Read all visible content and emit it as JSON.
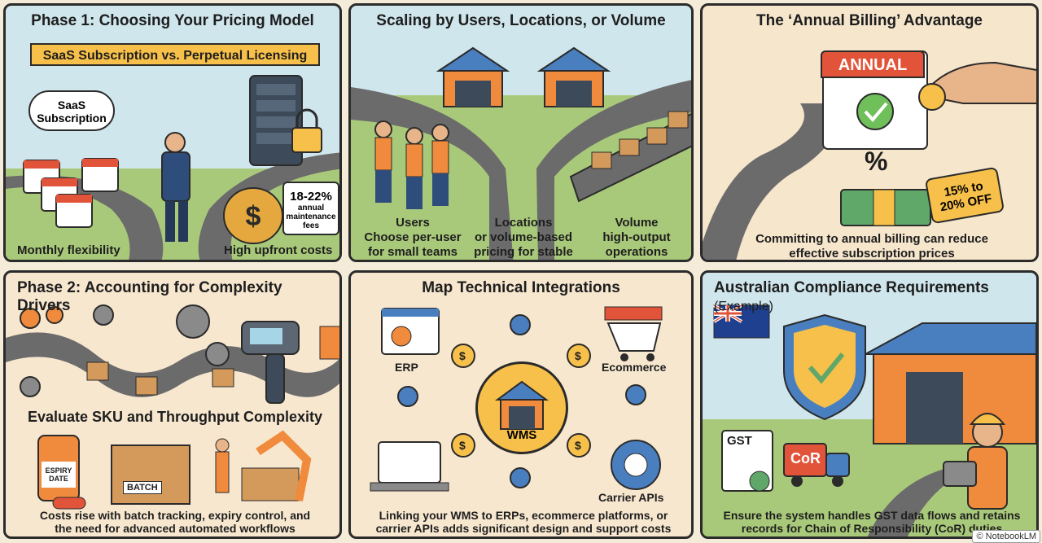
{
  "panel1": {
    "title": "Phase 1: Choosing Your Pricing Model",
    "banner": "SaaS Subscription vs. Perpetual Licensing",
    "cloud_line1": "SaaS",
    "cloud_line2": "Subscription",
    "badge_big": "18-22%",
    "badge_small1": "annual",
    "badge_small2": "maintenance",
    "badge_small3": "fees",
    "left_caption": "Monthly flexibility",
    "right_caption": "High upfront costs"
  },
  "panel2": {
    "title": "Scaling by Users, Locations, or Volume",
    "users_title": "Users",
    "users_line1": "Choose per-user",
    "users_line2": "for small teams",
    "locations_title": "Locations",
    "locations_line1": "or volume-based",
    "locations_line2": "pricing for stable",
    "volume_title": "Volume",
    "volume_line1": "high-output",
    "volume_line2": "operations"
  },
  "panel3": {
    "title": "The ‘Annual Billing’ Advantage",
    "calendar_label": "ANNUAL",
    "percent_symbol": "%",
    "tag_line1": "15% to",
    "tag_line2": "20% OFF",
    "caption_line1": "Committing to annual billing can reduce",
    "caption_line2": "effective subscription prices"
  },
  "panel4": {
    "title": "Phase 2: Accounting for Complexity Drivers",
    "subtitle": "Evaluate SKU and Throughput Complexity",
    "bottle_line1": "ESPIRY",
    "bottle_line2": "DATE",
    "box_label": "BATCH",
    "caption_line1": "Costs rise with batch tracking, expiry control, and",
    "caption_line2": "the need for advanced automated workflows"
  },
  "panel5": {
    "title": "Map Technical Integrations",
    "erp": "ERP",
    "ecommerce": "Ecommerce",
    "wms": "WMS",
    "carrier": "Carrier APIs",
    "dollar": "$",
    "caption_line1": "Linking your WMS to ERPs, ecommerce platforms, or",
    "caption_line2": "carrier APIs adds significant design and support costs"
  },
  "panel6": {
    "title": "Australian Compliance Requirements",
    "title_suffix": "(Example)",
    "gst": "GST",
    "cor": "CoR",
    "caption_line1": "Ensure the system handles GST data flows and retains",
    "caption_line2": "records for Chain of Responsibility (CoR) duties"
  },
  "footer": "© NotebookLM",
  "colors": {
    "border": "#2b2b2b",
    "sky": "#cfe6ec",
    "cream": "#f7e7cf",
    "gold": "#f7c04a",
    "red": "#e2543a",
    "orange": "#f08a3c",
    "road": "#6b6b6b",
    "grass": "#a9c97a"
  }
}
